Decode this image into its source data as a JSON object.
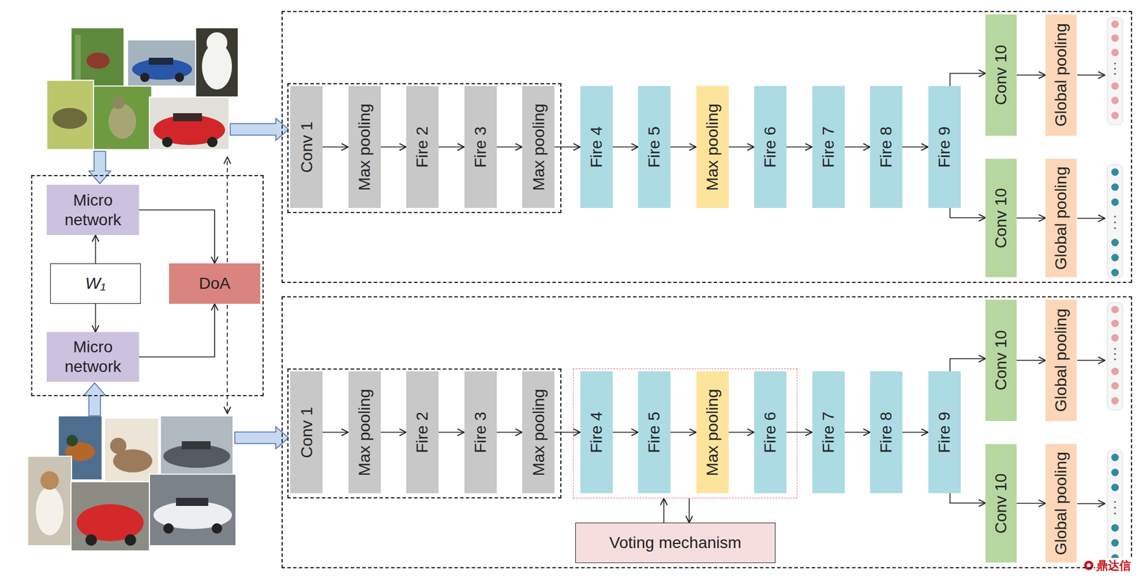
{
  "diagram": {
    "nodes": [
      {
        "text": []
      },
      {
        "text": [
          "Micro network"
        ],
        "in": 0
      },
      {
        "text": [
          "W₁"
        ],
        "in": 0
      },
      {
        "text": [
          "DoA"
        ],
        "in": 0
      },
      {
        "text": [
          "Micro network"
        ],
        "in": 0
      },
      {
        "text": []
      },
      {
        "text": [],
        "in": 5
      },
      {
        "text": [
          "Conv 1"
        ],
        "in": 6
      },
      {
        "text": [
          "Max pooling"
        ],
        "in": 6
      },
      {
        "text": [
          "Fire 2"
        ],
        "in": 6
      },
      {
        "text": [
          "Fire 3"
        ],
        "in": 6
      },
      {
        "text": [
          "Max pooling"
        ],
        "in": 6
      },
      {
        "text": [
          "Fire 4"
        ],
        "in": 5
      },
      {
        "text": [
          "Fire 5"
        ],
        "in": 5
      },
      {
        "text": [
          "Max pooling"
        ],
        "in": 5
      },
      {
        "text": [
          "Fire 6"
        ],
        "in": 5
      },
      {
        "text": [
          "Fire 7"
        ],
        "in": 5
      },
      {
        "text": [
          "Fire 8"
        ],
        "in": 5
      },
      {
        "text": [
          "Fire 9"
        ],
        "in": 5
      },
      {
        "text": [
          "Conv 10"
        ],
        "in": 5
      },
      {
        "text": [
          "Global pooling"
        ],
        "in": 5
      },
      {
        "text": [
          "Conv 10"
        ],
        "in": 5
      },
      {
        "text": [
          "Global pooling"
        ],
        "in": 5
      },
      {
        "text": []
      },
      {
        "text": [],
        "in": 23
      },
      {
        "text": [
          "Conv 1"
        ],
        "in": 24
      },
      {
        "text": [
          "Max pooling"
        ],
        "in": 24
      },
      {
        "text": [
          "Fire 2"
        ],
        "in": 24
      },
      {
        "text": [
          "Fire 3"
        ],
        "in": 24
      },
      {
        "text": [
          "Max pooling"
        ],
        "in": 24
      },
      {
        "text": [],
        "in": 23
      },
      {
        "text": [
          "Fire 4"
        ],
        "in": 30
      },
      {
        "text": [
          "Fire 5"
        ],
        "in": 30
      },
      {
        "text": [
          "Max pooling"
        ],
        "in": 30
      },
      {
        "text": [
          "Fire 6"
        ],
        "in": 30
      },
      {
        "text": [
          "Fire 7"
        ],
        "in": 23
      },
      {
        "text": [
          "Fire 8"
        ],
        "in": 23
      },
      {
        "text": [
          "Fire 9"
        ],
        "in": 23
      },
      {
        "text": [
          "Conv 10"
        ],
        "in": 23
      },
      {
        "text": [
          "Global pooling"
        ],
        "in": 23
      },
      {
        "text": [
          "Conv 10"
        ],
        "in": 23
      },
      {
        "text": [
          "Global pooling"
        ],
        "in": 23
      },
      {
        "text": [
          "Voting mechanism"
        ],
        "in": 23
      }
    ],
    "edges": [
      {
        "from": 2,
        "to": 1,
        "arrow": "to"
      },
      {
        "from": 2,
        "to": 4,
        "arrow": "to"
      },
      {
        "from": 1,
        "to": 3,
        "arrow": "to"
      },
      {
        "from": 4,
        "to": 3,
        "arrow": "to"
      },
      {
        "from": 7,
        "to": 8,
        "arrow": "to"
      },
      {
        "from": 8,
        "to": 9,
        "arrow": "to"
      },
      {
        "from": 9,
        "to": 10,
        "arrow": "to"
      },
      {
        "from": 10,
        "to": 11,
        "arrow": "to"
      },
      {
        "from": 11,
        "to": 12,
        "arrow": "to"
      },
      {
        "from": 12,
        "to": 13,
        "arrow": "to"
      },
      {
        "from": 13,
        "to": 14,
        "arrow": "to"
      },
      {
        "from": 14,
        "to": 15,
        "arrow": "to"
      },
      {
        "from": 15,
        "to": 16,
        "arrow": "to"
      },
      {
        "from": 16,
        "to": 17,
        "arrow": "to"
      },
      {
        "from": 17,
        "to": 18,
        "arrow": "to"
      },
      {
        "from": 18,
        "to": 19,
        "arrow": "to"
      },
      {
        "from": 18,
        "to": 21,
        "arrow": "to"
      },
      {
        "from": 19,
        "to": 20,
        "arrow": "to"
      },
      {
        "from": 21,
        "to": 22,
        "arrow": "to"
      },
      {
        "from": 25,
        "to": 26,
        "arrow": "to"
      },
      {
        "from": 26,
        "to": 27,
        "arrow": "to"
      },
      {
        "from": 27,
        "to": 28,
        "arrow": "to"
      },
      {
        "from": 28,
        "to": 29,
        "arrow": "to"
      },
      {
        "from": 29,
        "to": 31,
        "arrow": "to"
      },
      {
        "from": 31,
        "to": 32,
        "arrow": "to"
      },
      {
        "from": 32,
        "to": 33,
        "arrow": "to"
      },
      {
        "from": 33,
        "to": 34,
        "arrow": "to"
      },
      {
        "from": 34,
        "to": 35,
        "arrow": "to"
      },
      {
        "from": 35,
        "to": 36,
        "arrow": "to"
      },
      {
        "from": 36,
        "to": 37,
        "arrow": "to"
      },
      {
        "from": 37,
        "to": 38,
        "arrow": "to"
      },
      {
        "from": 37,
        "to": 40,
        "arrow": "to"
      },
      {
        "from": 38,
        "to": 39,
        "arrow": "to"
      },
      {
        "from": 40,
        "to": 41,
        "arrow": "to"
      },
      {
        "from": 42,
        "to": 30,
        "arrow": "to"
      },
      {
        "from": 30,
        "to": 42,
        "arrow": "to"
      }
    ],
    "labels": [
      "鼎达信"
    ]
  }
}
